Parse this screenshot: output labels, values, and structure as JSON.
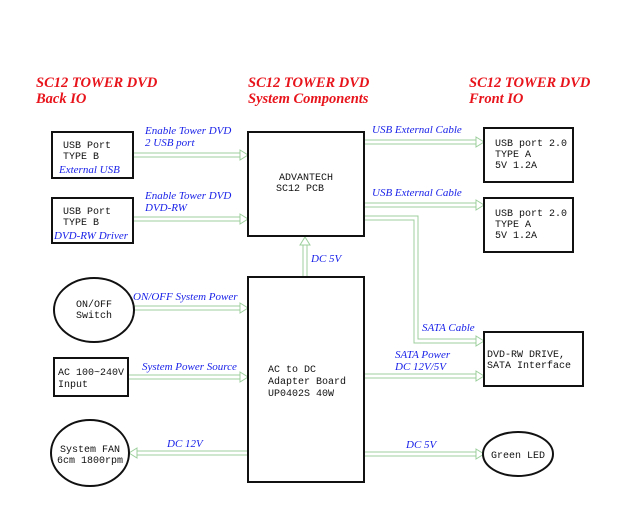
{
  "colors": {
    "heading": "#e8141c",
    "label": "#1a22e8",
    "connector": "#9ccf9c",
    "box_border": "#111111"
  },
  "headings": {
    "back_io": [
      "SC12 TOWER DVD",
      "Back IO"
    ],
    "system_components": [
      "SC12 TOWER DVD",
      "System Components"
    ],
    "front_io": [
      "SC12 TOWER DVD",
      "Front IO"
    ]
  },
  "nodes": {
    "usb_port_external": {
      "lines": [
        "USB Port",
        "TYPE B"
      ],
      "caption": "External USB"
    },
    "usb_port_dvdrw": {
      "lines": [
        "USB Port",
        "TYPE B"
      ],
      "caption": "DVD-RW Driver"
    },
    "onoff_switch": {
      "lines": [
        "ON/OFF",
        "Switch"
      ]
    },
    "ac_input": {
      "lines": [
        "AC 100~240V",
        "Input"
      ]
    },
    "system_fan": {
      "lines": [
        "System FAN",
        "6cm 1800rpm"
      ]
    },
    "advantech_pcb": {
      "lines": [
        "ADVANTECH",
        "SC12  PCB"
      ]
    },
    "adapter_board": {
      "lines": [
        "AC to DC",
        "Adapter Board",
        "UP0402S 40W"
      ]
    },
    "front_usb_1": {
      "lines": [
        "USB port 2.0",
        "TYPE A",
        "5V 1.2A"
      ]
    },
    "front_usb_2": {
      "lines": [
        "USB port 2.0",
        "TYPE A",
        "5V 1.2A"
      ]
    },
    "dvd_drive": {
      "lines": [
        "DVD-RW DRIVE,",
        "SATA Interface"
      ]
    },
    "green_led": {
      "lines": [
        "Green LED"
      ]
    }
  },
  "connections": {
    "enable_usb": [
      "Enable Tower DVD",
      "2 USB port"
    ],
    "enable_dvdrw": [
      "Enable Tower DVD",
      "DVD-RW"
    ],
    "onoff_power": [
      "ON/OFF System Power"
    ],
    "power_source": [
      "System Power Source"
    ],
    "fan_dc": [
      "DC 12V"
    ],
    "pcb_dc": [
      "DC 5V"
    ],
    "usb_cable_1": [
      "USB External Cable"
    ],
    "usb_cable_2": [
      "USB External Cable"
    ],
    "sata_cable": [
      "SATA Cable"
    ],
    "sata_power": [
      "SATA Power",
      "DC 12V/5V"
    ],
    "led_dc": [
      "DC 5V"
    ]
  }
}
